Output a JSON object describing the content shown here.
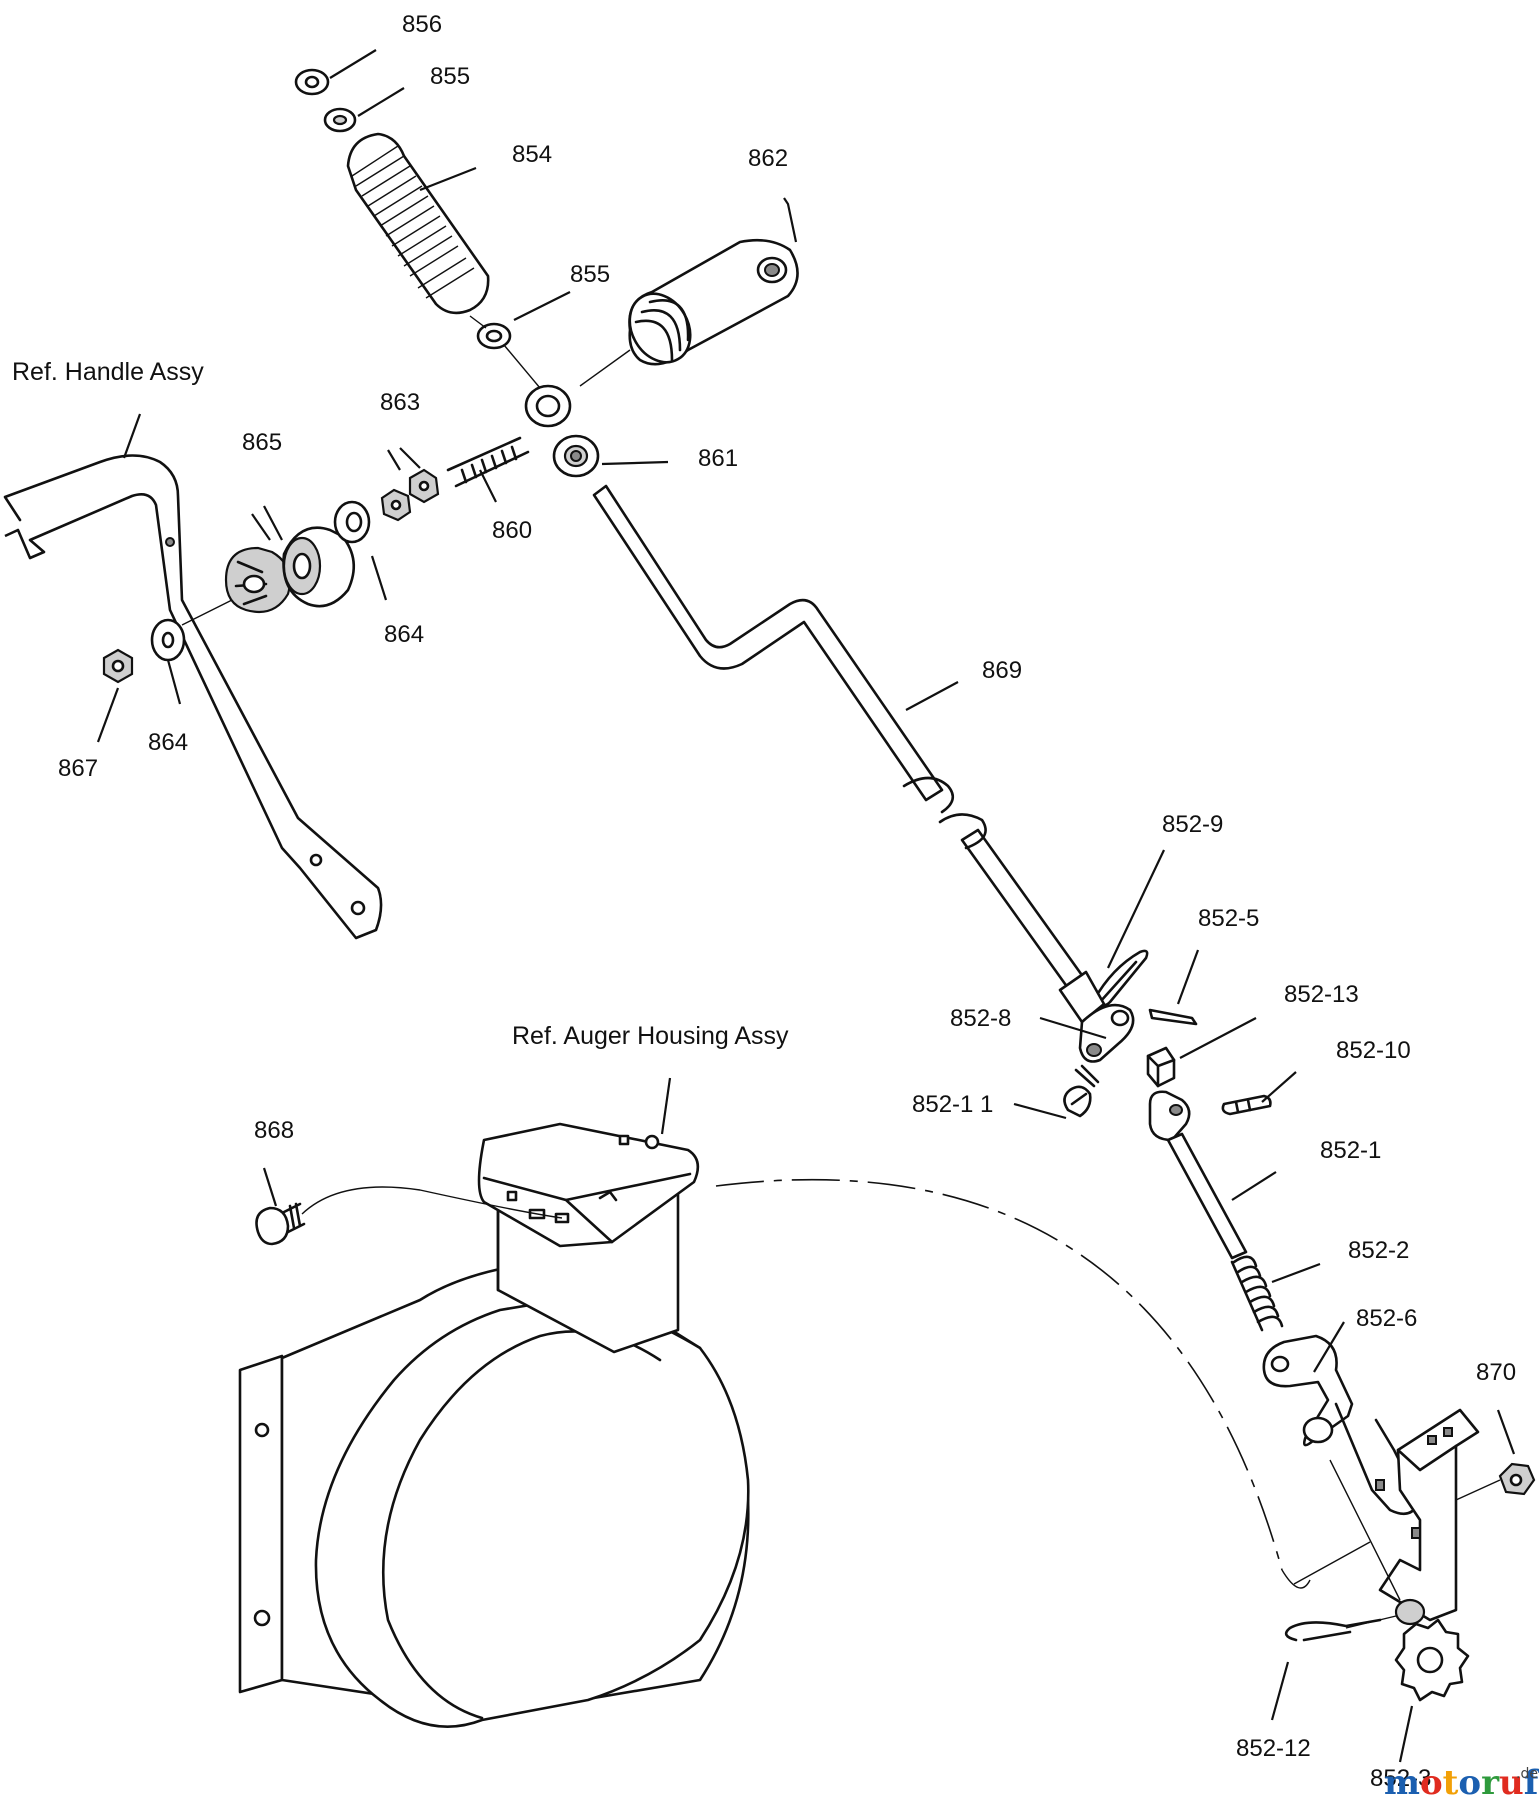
{
  "references": {
    "handle": "Ref. Handle Assy",
    "auger_housing": "Ref. Auger Housing Assy"
  },
  "part_labels": [
    {
      "key": "p856",
      "text": "856"
    },
    {
      "key": "p855a",
      "text": "855"
    },
    {
      "key": "p854",
      "text": "854"
    },
    {
      "key": "p862",
      "text": "862"
    },
    {
      "key": "p855b",
      "text": "855"
    },
    {
      "key": "p863",
      "text": "863"
    },
    {
      "key": "p865",
      "text": "865"
    },
    {
      "key": "p861",
      "text": "861"
    },
    {
      "key": "p860",
      "text": "860"
    },
    {
      "key": "p864a",
      "text": "864"
    },
    {
      "key": "p869",
      "text": "869"
    },
    {
      "key": "p867",
      "text": "867"
    },
    {
      "key": "p864b",
      "text": "864"
    },
    {
      "key": "p852_9",
      "text": "852-9"
    },
    {
      "key": "p852_5",
      "text": "852-5"
    },
    {
      "key": "p852_13",
      "text": "852-13"
    },
    {
      "key": "p852_8",
      "text": "852-8"
    },
    {
      "key": "p852_10",
      "text": "852-10"
    },
    {
      "key": "p852_11",
      "text": "852-1 1"
    },
    {
      "key": "p868",
      "text": "868"
    },
    {
      "key": "p852_1",
      "text": "852-1"
    },
    {
      "key": "p852_2",
      "text": "852-2"
    },
    {
      "key": "p852_6",
      "text": "852-6"
    },
    {
      "key": "p870",
      "text": "870"
    },
    {
      "key": "p852_12",
      "text": "852-12"
    },
    {
      "key": "p852_3",
      "text": "852-3"
    }
  ],
  "watermark": {
    "brand": "motoruf",
    "tld": ".de",
    "colors": [
      "#1b5fb0",
      "#e02b1f",
      "#f2a007",
      "#1b5fb0",
      "#2e9a3c",
      "#e02b1f",
      "#1b5fb0"
    ]
  }
}
